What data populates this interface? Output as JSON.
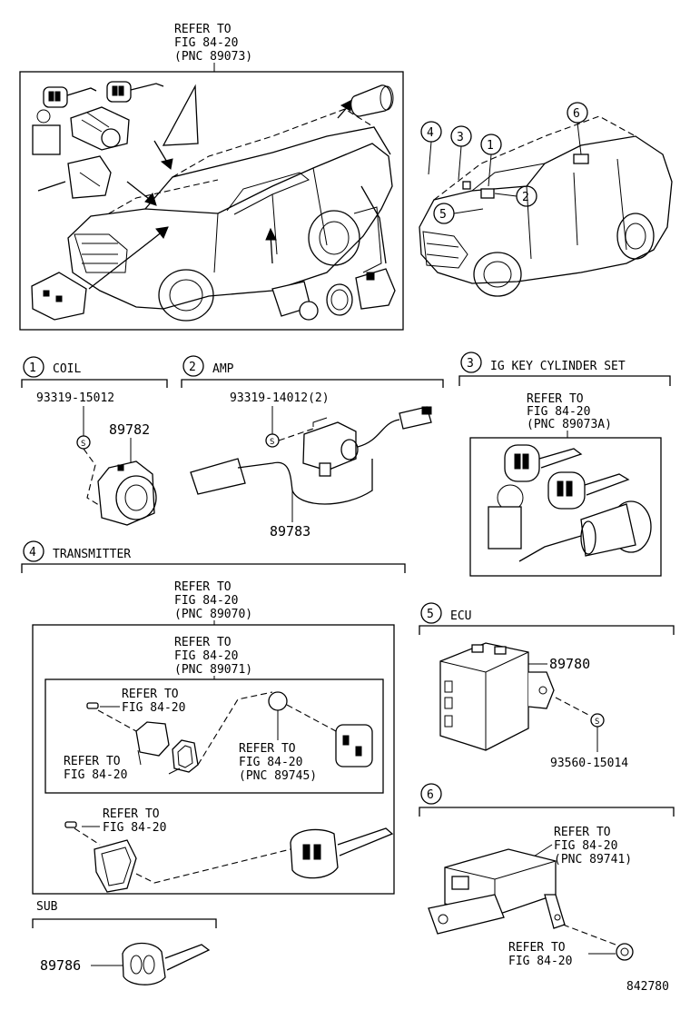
{
  "top_ref": {
    "line1": "REFER TO",
    "line2": "FIG 84-20",
    "line3": "(PNC 89073)"
  },
  "callout_numbers": [
    "1",
    "2",
    "3",
    "4",
    "5",
    "6"
  ],
  "coil": {
    "num": "1",
    "title": "COIL",
    "screw_pn": "93319-15012",
    "screw_mark": "S",
    "part_pn": "89782"
  },
  "amp": {
    "num": "2",
    "title": "AMP",
    "screw_pn": "93319-14012(2)",
    "screw_mark": "S",
    "part_pn": "89783"
  },
  "ig": {
    "num": "3",
    "title": "IG KEY CYLINDER SET",
    "ref1": "REFER TO",
    "ref2": "FIG 84-20",
    "ref3": "(PNC 89073A)"
  },
  "transmitter": {
    "num": "4",
    "title": "TRANSMITTER",
    "outer_ref": {
      "l1": "REFER TO",
      "l2": "FIG 84-20",
      "l3": "(PNC 89070)"
    },
    "inner_ref": {
      "l1": "REFER TO",
      "l2": "FIG 84-20",
      "l3": "(PNC 89071)"
    },
    "screw_ref": {
      "l1": "REFER TO",
      "l2": "FIG 84-20"
    },
    "case_ref": {
      "l1": "REFER TO",
      "l2": "FIG 84-20"
    },
    "battery_ref": {
      "l1": "REFER TO",
      "l2": "FIG 84-20",
      "l3": "(PNC 89745)"
    },
    "key_ref": {
      "l1": "REFER TO",
      "l2": "FIG 84-20"
    }
  },
  "sub": {
    "title": "SUB",
    "part_pn": "89786"
  },
  "ecu": {
    "num": "5",
    "title": "ECU",
    "part_pn": "89780",
    "screw_mark": "S",
    "screw_pn": "93560-15014"
  },
  "unit6": {
    "num": "6",
    "ref1": "REFER TO",
    "ref2": "FIG 84-20",
    "ref3": "(PNC 89741)",
    "bolt_ref1": "REFER TO",
    "bolt_ref2": "FIG 84-20"
  },
  "figure_id": "842780"
}
